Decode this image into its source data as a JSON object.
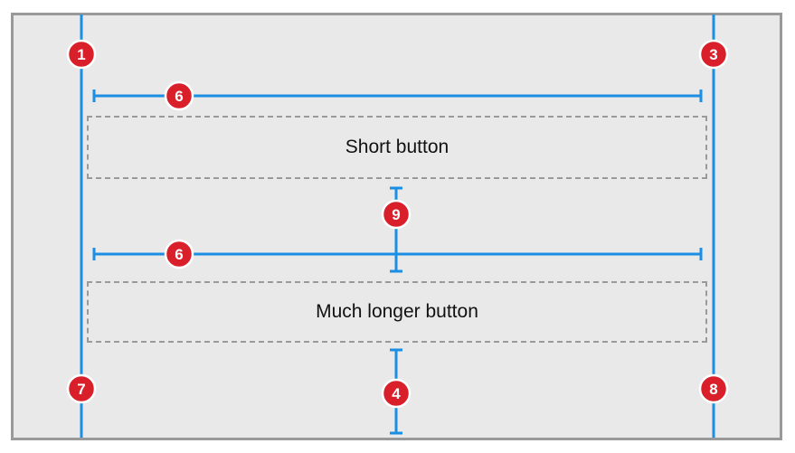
{
  "buttons": {
    "short_label": "Short button",
    "long_label": "Much longer button"
  },
  "callouts": {
    "left_margin_top": "1",
    "right_margin_top": "3",
    "width_top": "6",
    "spacing_between": "9",
    "width_bottom": "6",
    "bottom_spacing": "4",
    "left_margin_bottom": "7",
    "right_margin_bottom": "8"
  },
  "colors": {
    "guide_line": "#1a8fe3",
    "badge_fill": "#d9202a",
    "dashed_border": "#9a9a9a",
    "background": "#e9e9e9"
  }
}
